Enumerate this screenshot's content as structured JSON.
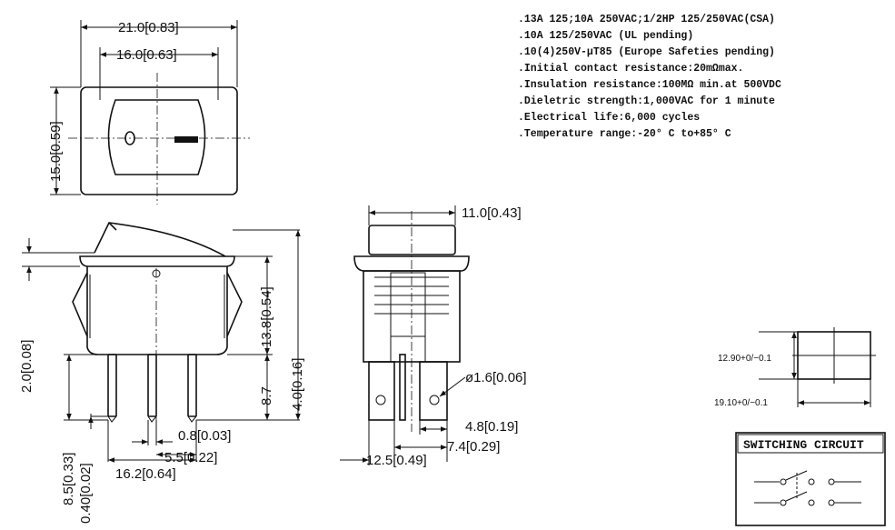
{
  "specs": [
    ".13A 125;10A 250VAC;1/2HP 125/250VAC(CSA)",
    ".10A 125/250VAC (UL pending)",
    ".10(4)250V-μT85 (Europe Safeties pending)",
    ".Initial contact resistance:20mΩmax.",
    ".Insulation resistance:100MΩ min.at 500VDC",
    ".Dieletric strength:1,000VAC for 1 minute",
    ".Electrical life:6,000 cycles",
    ".Temperature range:-20° C to+85° C"
  ],
  "dims": {
    "width_outer": "21.0[0.83]",
    "width_inner": "16.0[0.63]",
    "height_front": "15.0[0.59]",
    "left_offset": "2.0[0.08]",
    "body_height": "13.8[0.54]",
    "term_len": "8.7",
    "total_height": "4.0[0.16]",
    "term_width": "0.8[0.03]",
    "pitch": "5.5[0.22]",
    "span": "16.2[0.64]",
    "term_left": "8.5[0.33]",
    "term_thick": "0.40[0.02]",
    "side_width": "11.0[0.43]",
    "hole": "ø1.6[0.06]",
    "tab_width": "4.8[0.19]",
    "tab_span": "7.4[0.29]",
    "side_depth": "12.5[0.49]"
  },
  "cutout": {
    "h_label": "12.90+0/−0.1",
    "w_label": "19.10+0/−0.1"
  },
  "circuit": {
    "title": "SWITCHING  CIRCUIT"
  }
}
